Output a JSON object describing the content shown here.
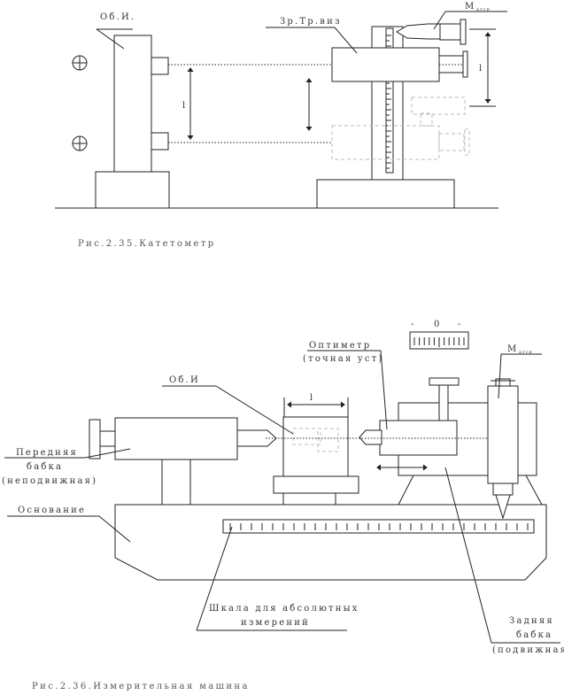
{
  "figure1": {
    "labels": {
      "ob_i": "Об.И.",
      "zr_tr": "Зр.Тр.виз",
      "m_label": "М",
      "m_sub": "атсп",
      "dist_l": "l",
      "dist_l2": "l"
    },
    "caption": "Рис.2.35.Катетометр"
  },
  "figure2": {
    "labels": {
      "scale_zero": "0",
      "scale_minus": "-",
      "scale_plus": "-",
      "optimeter": "Оптиметр",
      "optimeter_sub": "(точная уст)",
      "m_label": "М",
      "m_sub": "атсп",
      "ob_i": "Об.И",
      "dist_l": "l",
      "head_front_1": "Передняя",
      "head_front_2": "бабка",
      "head_front_3": "(неподвижная)",
      "base": "Основание",
      "scale_1": "Шкала для абсолютных",
      "scale_2": "измерений",
      "head_rear_1": "Задняя",
      "head_rear_2": "бабка",
      "head_rear_3": "(подвижная)"
    },
    "caption": "Рис.2.36.Измерительная машина"
  }
}
